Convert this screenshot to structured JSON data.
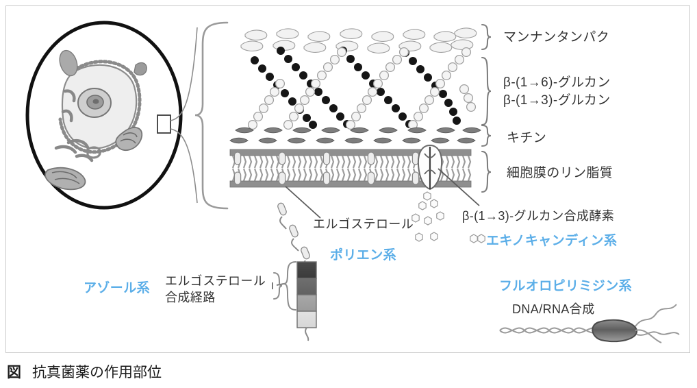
{
  "figure": {
    "caption_mark": "図",
    "caption_text": "抗真菌薬の作用部位",
    "accent_blue": "#5BAEE8",
    "text_color": "#2b2b2b",
    "frame_color": "#c8c8c8"
  },
  "labels": {
    "mannan_protein": "マンナンタンパク",
    "beta_1_6_glucan": "β-(1→6)-グルカン",
    "beta_1_3_glucan": "β-(1→3)-グルカン",
    "chitin": "キチン",
    "membrane_phospholipid": "細胞膜のリン脂質",
    "glucan_synthase": "β-(1→3)-グルカン合成酵素",
    "ergosterol": "エルゴステロール",
    "ergosterol_pathway_line1": "エルゴステロール",
    "ergosterol_pathway_line2": "合成経路",
    "dna_rna_synthesis": "DNA/RNA合成"
  },
  "drug_classes": {
    "echinocandin": "エキノキャンディン系",
    "polyene": "ポリエン系",
    "azole": "アゾール系",
    "fluoropyrimidine": "フルオロピリミジン系"
  },
  "cell": {
    "organelles": [
      "nucleus",
      "nucleolus",
      "endoplasmic-reticulum",
      "mitochondria",
      "vacuole"
    ]
  }
}
